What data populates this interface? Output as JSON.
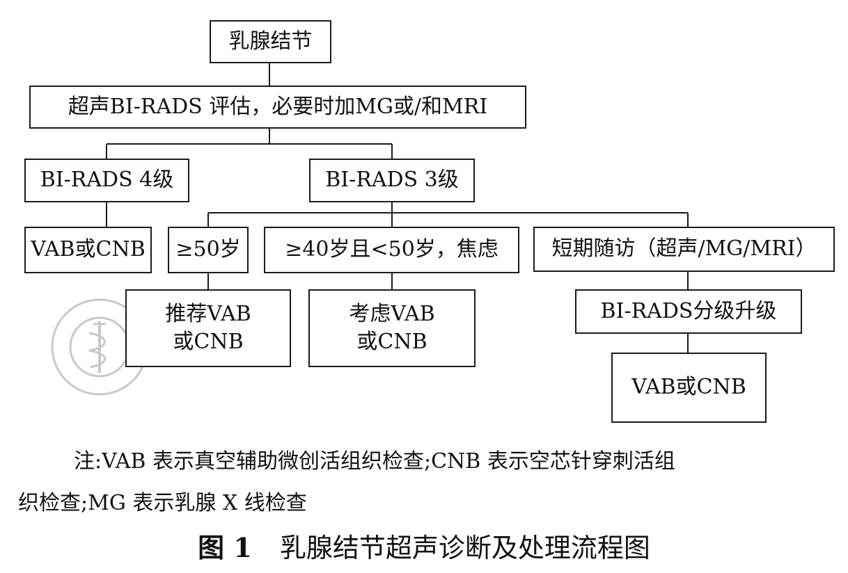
{
  "flowchart": {
    "root": "乳腺结节",
    "assess": "超声BI-RADS 评估，必要时加MG或/和MRI",
    "birads4": "BI-RADS 4级",
    "birads4_action": "VAB或CNB",
    "birads3": "BI-RADS 3级",
    "age50": "≥50岁",
    "age40_50": "≥40岁且<50岁，焦虑",
    "followup": "短期随访（超声/MG/MRI）",
    "recommend": [
      "推荐VAB",
      "或CNB"
    ],
    "consider": [
      "考虑VAB",
      "或CNB"
    ],
    "upgrade": "BI-RADS分级升级",
    "final_action": "VAB或CNB"
  },
  "note": {
    "line1": "注:VAB 表示真空辅助微创活组织检查;CNB 表示空芯针穿刺活组",
    "line2": "织检查;MG 表示乳腺 X 线检查"
  },
  "caption": {
    "label": "图 1",
    "text": "乳腺结节超声诊断及处理流程图"
  },
  "colors": {
    "line": "#1a1a1a",
    "text": "#111111",
    "watermark": "#c8c8c8"
  }
}
